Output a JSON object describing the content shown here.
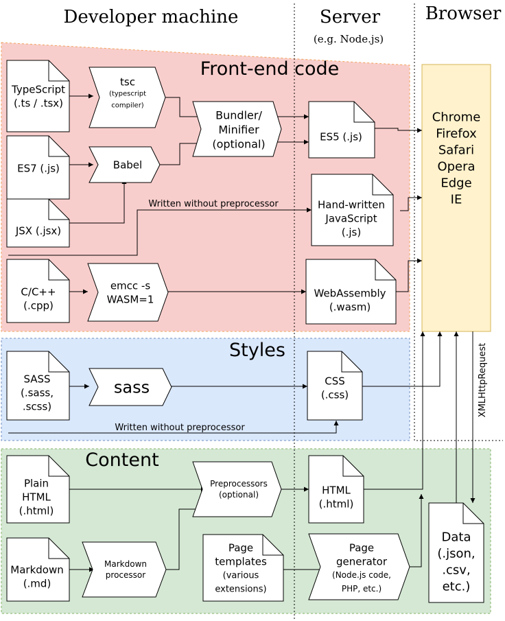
{
  "columns": {
    "developer": "Developer machine",
    "server": "Server",
    "server_sub": "(e.g. Node.js)",
    "browser": "Browser"
  },
  "regions": {
    "frontend": "Front-end code",
    "styles": "Styles",
    "content": "Content"
  },
  "nodes": {
    "typescript": [
      "TypeScript",
      "(.ts / .tsx)"
    ],
    "tsc": [
      "tsc",
      "(typescript",
      "compiler)"
    ],
    "es7": [
      "ES7 (.js)"
    ],
    "babel": [
      "Babel"
    ],
    "jsx": [
      "JSX (.jsx)"
    ],
    "bundler": [
      "Bundler/",
      "Minifier",
      "(optional)"
    ],
    "es5": [
      "ES5 (.js)"
    ],
    "handwritten": [
      "Hand-written",
      "JavaScript",
      "(.js)"
    ],
    "cpp": [
      "C/C++",
      "(.cpp)"
    ],
    "emcc": [
      "emcc -s",
      "WASM=1"
    ],
    "wasm": [
      "WebAssembly",
      "(.wasm)"
    ],
    "browsers": [
      "Chrome",
      "Firefox",
      "Safari",
      "Opera",
      "Edge",
      "IE"
    ],
    "sass_file": [
      "SASS",
      "(.sass,",
      ".scss)"
    ],
    "sass": [
      "sass"
    ],
    "css": [
      "CSS",
      "(.css)"
    ],
    "plain_html": [
      "Plain",
      "HTML",
      "(.html)"
    ],
    "preprocessors": [
      "Preprocessors",
      "(optional)"
    ],
    "html": [
      "HTML",
      "(.html)"
    ],
    "markdown": [
      "Markdown",
      "(.md)"
    ],
    "md_processor": [
      "Markdown",
      "processor"
    ],
    "templates": [
      "Page",
      "templates",
      "(various",
      "extensions)"
    ],
    "generator": [
      "Page",
      "generator",
      "(Node.js code,",
      "PHP, etc.)"
    ],
    "data": [
      "Data",
      "(.json,",
      ".csv,",
      "etc.)"
    ]
  },
  "edge_labels": {
    "js_without_preprocessor": "Written without preprocessor",
    "css_without_preprocessor": "Written without preprocessor",
    "xhr": "XMLHttpRequest"
  },
  "colors": {
    "frontend_fill": "#f8cecc",
    "frontend_border": "#f0a15a",
    "styles_fill": "#dae8fc",
    "styles_border": "#6c8ebf",
    "content_fill": "#d5e8d4",
    "content_border": "#82b366",
    "browser_fill": "#fff2cc",
    "browser_border": "#d6b656"
  }
}
